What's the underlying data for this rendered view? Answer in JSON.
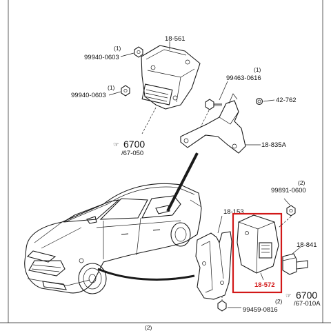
{
  "border_color": "#1a1a1a",
  "highlight_color": "#d21818",
  "top_unit": {
    "part_number": "18-561",
    "nut1": {
      "qty": "(1)",
      "code": "99940-0603"
    },
    "nut2": {
      "qty": "(1)",
      "code": "99940-0603"
    },
    "bolt": {
      "qty": "(1)",
      "code": "99463-0616"
    },
    "clip": {
      "code": "42-762"
    },
    "bracket": {
      "code": "18-835A"
    },
    "ref_main": "6700",
    "ref_sub": "/67-050"
  },
  "bottom_unit": {
    "bracket": {
      "code": "18-153"
    },
    "module": {
      "code": "18-572"
    },
    "sensor": {
      "code": "18-841"
    },
    "nut": {
      "qty": "(2)",
      "code": "99891-0600"
    },
    "bolt": {
      "qty": "(2)",
      "code": "99459-0816"
    },
    "ref_main": "6700",
    "ref_sub": "/67-010A"
  },
  "footer_qty": "(2)"
}
